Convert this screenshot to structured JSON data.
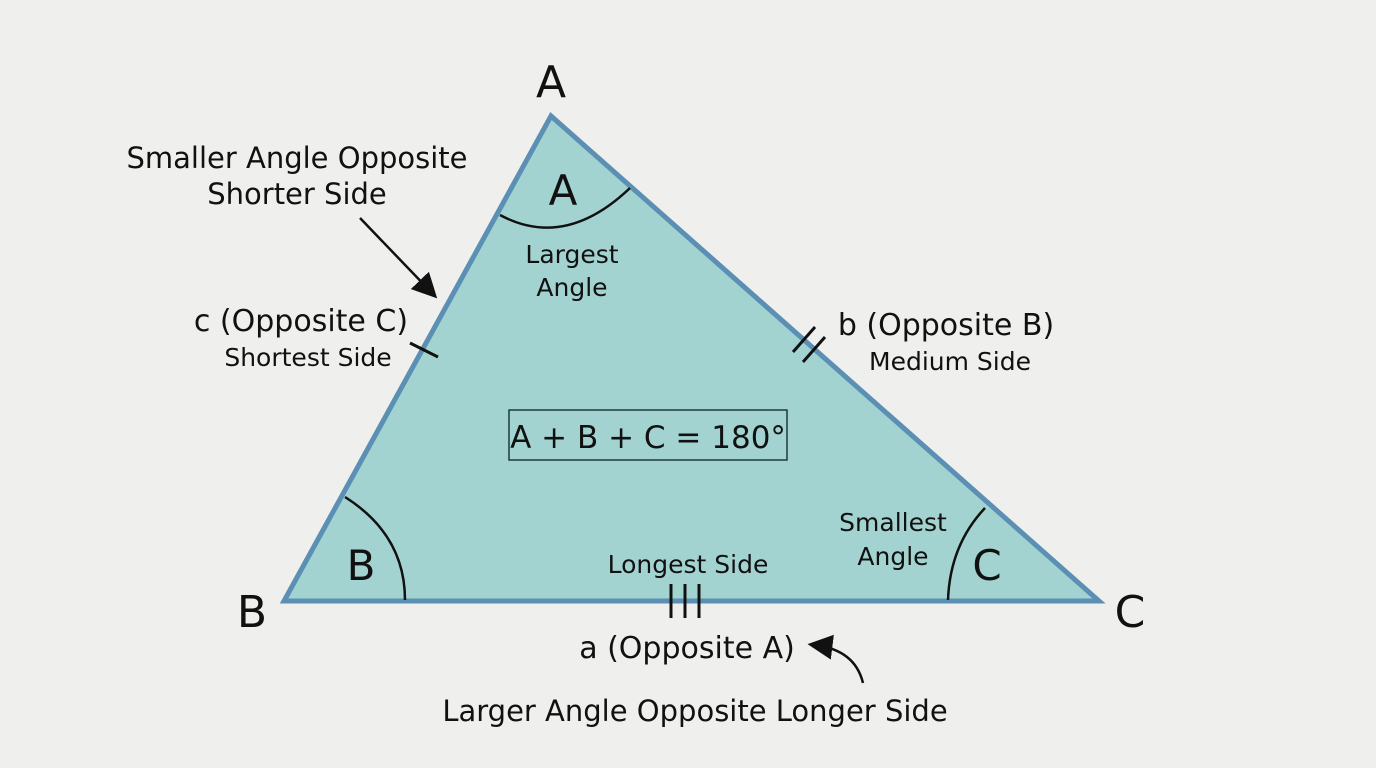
{
  "colors": {
    "background": "#efefed",
    "triangle_fill": "#a3d3d1",
    "triangle_stroke": "#5b8fb4",
    "ink": "#111111"
  },
  "vertices": {
    "A": "A",
    "B": "B",
    "C": "C"
  },
  "angles": {
    "A": {
      "letter": "A",
      "label_line1": "Largest",
      "label_line2": "Angle"
    },
    "B": {
      "letter": "B"
    },
    "C": {
      "letter": "C",
      "label_line1": "Smallest",
      "label_line2": "Angle"
    }
  },
  "sides": {
    "a": {
      "name": "a (Opposite A)",
      "desc": "Longest Side",
      "tick_marks": 3
    },
    "b": {
      "name": "b (Opposite B)",
      "desc": "Medium Side",
      "tick_marks": 2
    },
    "c": {
      "name": "c (Opposite C)",
      "desc": "Shortest Side",
      "tick_marks": 1
    }
  },
  "formula": "A + B + C = 180°",
  "notes": {
    "smaller_line1": "Smaller Angle Opposite",
    "smaller_line2": "Shorter Side",
    "larger": "Larger Angle Opposite Longer Side"
  }
}
